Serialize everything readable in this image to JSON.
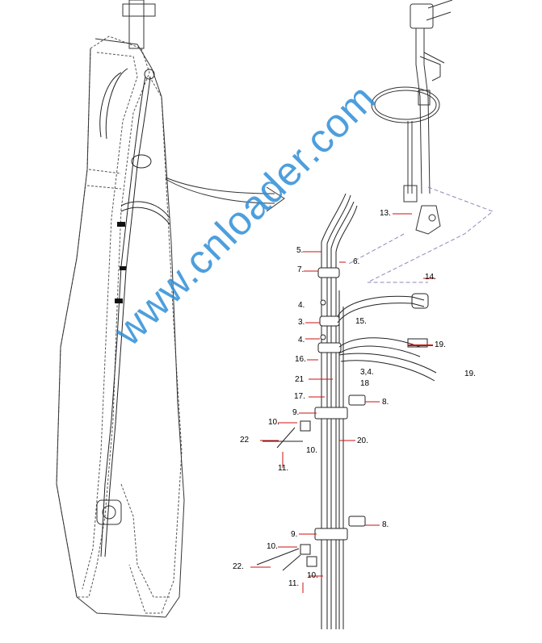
{
  "watermark": "www.cnloader.com",
  "callouts": {
    "c5": "5.",
    "c6": "6.",
    "c7": "7.",
    "c4a": "4.",
    "c3": "3.",
    "c15": "15.",
    "c4b": "4.",
    "c16": "16.",
    "c34": "3,4.",
    "c21": "21",
    "c18": "18",
    "c17": "17.",
    "c8a": "8.",
    "c9a": "9.",
    "c10a": "10.",
    "c10b": "10.",
    "c20": "20.",
    "c22a": "22",
    "c11a": "11.",
    "c13": "13.",
    "c14": "14.",
    "c19a": "19.",
    "c19b": "19.",
    "c8b": "8.",
    "c9b": "9.",
    "c10c": "10.",
    "c22b": "22.",
    "c11b": "11.",
    "c10d": "10."
  },
  "colors": {
    "leader_red": "#cc1111",
    "line": "#333333",
    "watermark": "#2e8fd8",
    "dashed": "#8a8ab8"
  }
}
